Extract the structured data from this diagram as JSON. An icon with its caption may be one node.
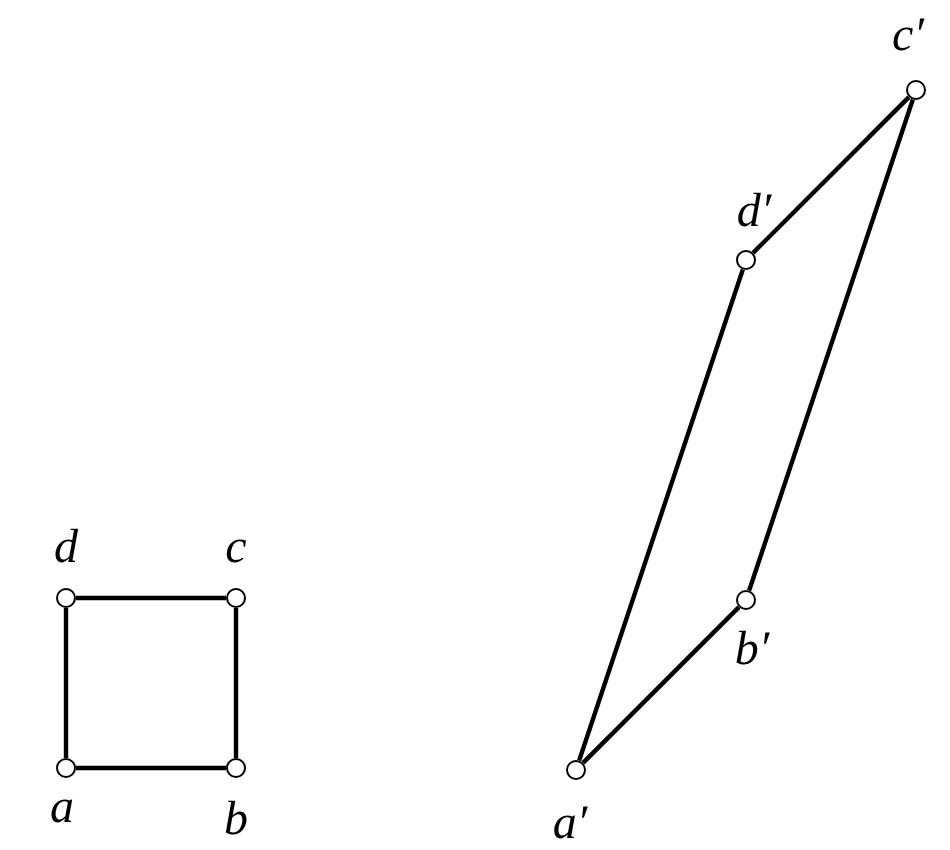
{
  "diagram": {
    "nodes": [
      {
        "text": [],
        "shape": "circle",
        "beside": [
          "a"
        ]
      },
      {
        "text": [],
        "shape": "circle",
        "beside": [
          "b"
        ]
      },
      {
        "text": [],
        "shape": "circle",
        "beside": [
          "c"
        ]
      },
      {
        "text": [],
        "shape": "circle",
        "beside": [
          "d"
        ]
      },
      {
        "text": [],
        "shape": "circle",
        "beside": [
          "a′"
        ]
      },
      {
        "text": [],
        "shape": "circle",
        "beside": [
          "b′"
        ]
      },
      {
        "text": [],
        "shape": "circle",
        "beside": [
          "c′"
        ]
      },
      {
        "text": [],
        "shape": "circle",
        "beside": [
          "d′"
        ]
      }
    ],
    "edges": [
      {
        "from": 0,
        "to": 1,
        "arrow": "none"
      },
      {
        "from": 1,
        "to": 2,
        "arrow": "none"
      },
      {
        "from": 2,
        "to": 3,
        "arrow": "none"
      },
      {
        "from": 3,
        "to": 0,
        "arrow": "none"
      },
      {
        "from": 4,
        "to": 5,
        "arrow": "none"
      },
      {
        "from": 5,
        "to": 6,
        "arrow": "none"
      },
      {
        "from": 6,
        "to": 7,
        "arrow": "none"
      },
      {
        "from": 7,
        "to": 4,
        "arrow": "none"
      }
    ]
  }
}
